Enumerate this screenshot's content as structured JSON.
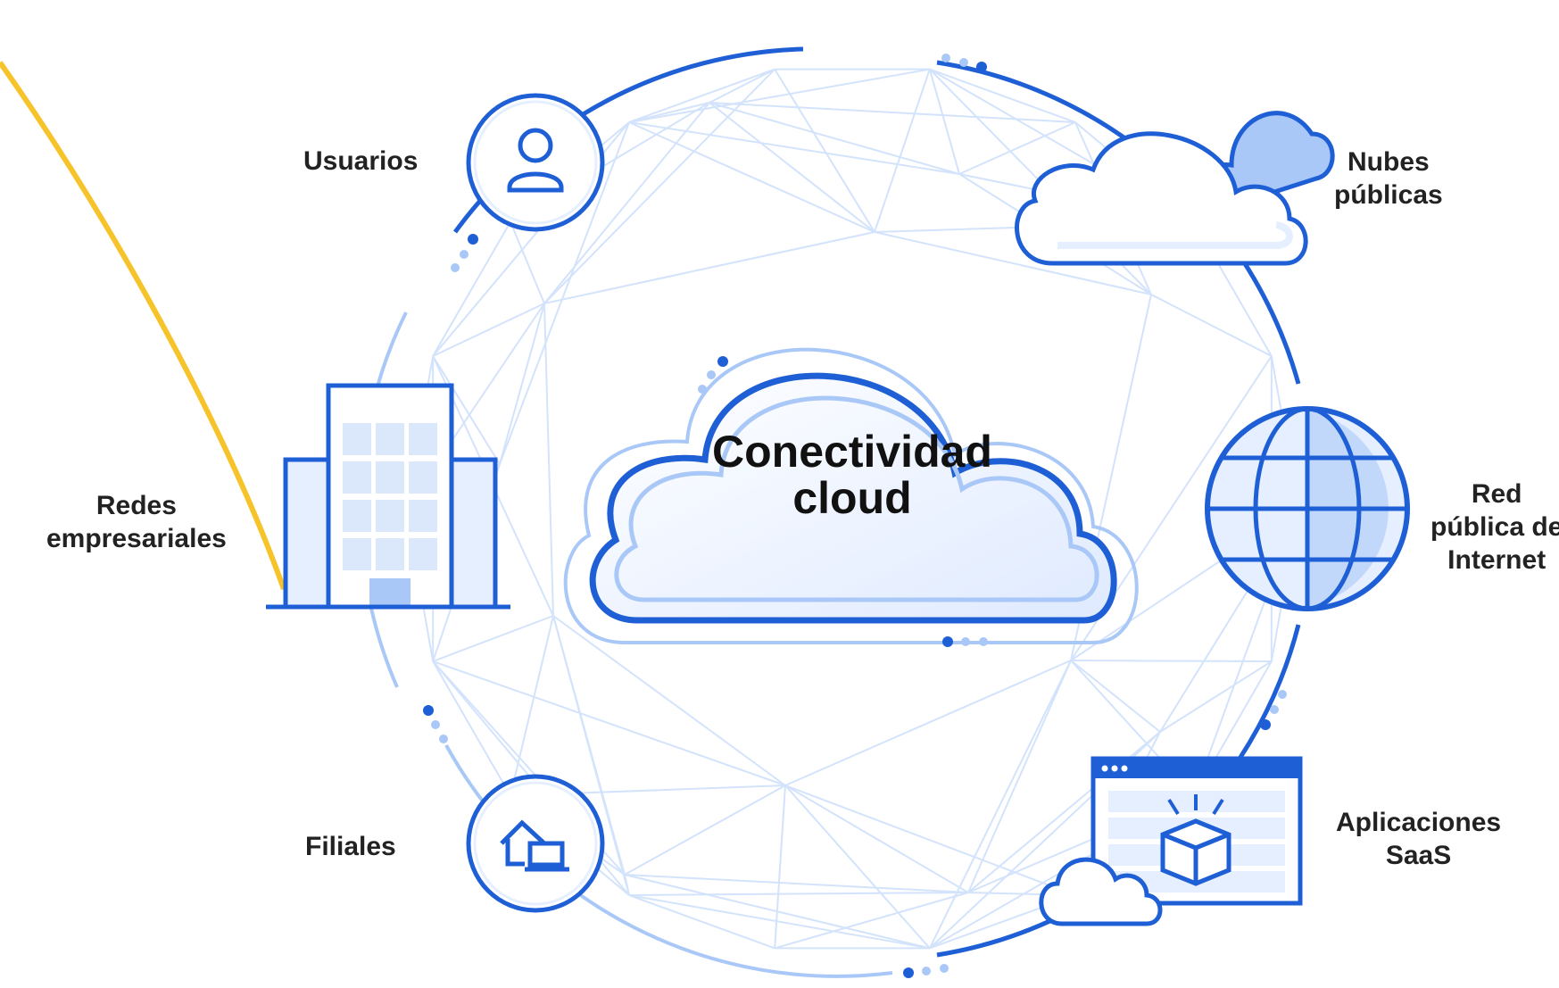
{
  "center": {
    "line1": "Conectividad",
    "line2": "cloud"
  },
  "nodes": {
    "users": {
      "label": "Usuarios",
      "icon": "user-icon"
    },
    "public_clouds": {
      "line1": "Nubes",
      "line2": "públicas",
      "icon": "cloud-icon"
    },
    "enterprise": {
      "line1": "Redes",
      "line2": "empresariales",
      "icon": "building-icon"
    },
    "internet": {
      "line1": "Red",
      "line2": "pública de",
      "line3": "Internet",
      "icon": "globe-icon"
    },
    "branches": {
      "label": "Filiales",
      "icon": "home-laptop-icon"
    },
    "saas": {
      "line1": "Aplicaciones",
      "line2": "SaaS",
      "icon": "app-window-icon"
    }
  },
  "colors": {
    "primary": "#1f5fd6",
    "light": "#a9c8f7",
    "pale": "#e5efff",
    "mesh": "#cfe0fb",
    "accent_curve": "#f7c32b",
    "text": "#222222"
  }
}
